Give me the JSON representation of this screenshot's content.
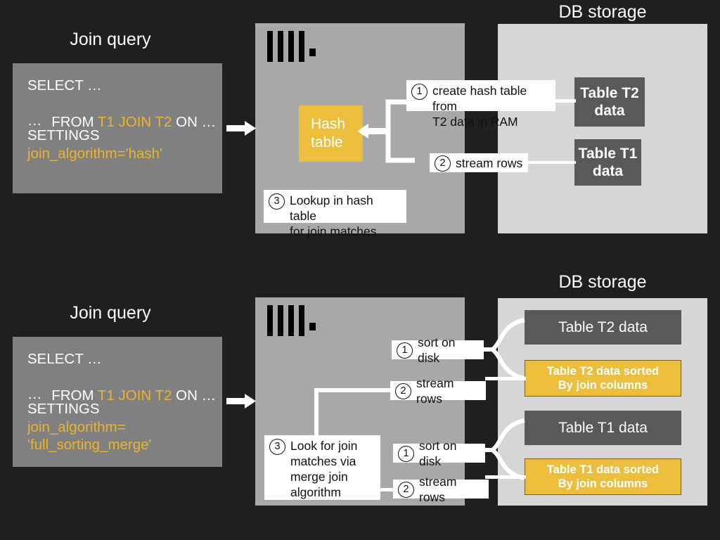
{
  "background_color": "#1f1f1d",
  "palette": {
    "server_panel": "#a8a8a8",
    "storage_panel": "#d6d6d6",
    "query_box": "#808080",
    "accent_yellow": "#edbe3c",
    "table_dark": "#595959",
    "callout_bg": "#ffffff",
    "text_white": "#ffffff"
  },
  "diagram": {
    "type": "flow-diagram",
    "sections": [
      {
        "id": "hash-join",
        "query_title": "Join query",
        "storage_title": "DB storage",
        "query": {
          "line1": "SELECT …",
          "line2_prefix": "FROM ",
          "line2_highlight": "T1 JOIN T2",
          "line2_suffix": " ON …",
          "line3": "…",
          "line4": "SETTINGS",
          "line5_highlight": "join_algorithm='hash'"
        },
        "logo": "clickhouse-logo",
        "hash_box_label": "Hash\ntable",
        "callouts": [
          {
            "num": "1",
            "text": "create hash table from\nT2 data in RAM"
          },
          {
            "num": "2",
            "text": "stream rows"
          },
          {
            "num": "3",
            "text": "Lookup in hash table\nfor join matches"
          }
        ],
        "tables": [
          {
            "label": "Table T2\ndata",
            "style": "dark"
          },
          {
            "label": "Table T1\ndata",
            "style": "dark"
          }
        ]
      },
      {
        "id": "full-sorting-merge-join",
        "query_title": "Join query",
        "storage_title": "DB storage",
        "query": {
          "line1": "SELECT …",
          "line2_prefix": "FROM ",
          "line2_highlight": "T1 JOIN T2",
          "line2_suffix": " ON …",
          "line3": "…",
          "line4": "SETTINGS",
          "line5_highlight": "join_algorithm=",
          "line6_highlight": "'full_sorting_merge'"
        },
        "logo": "clickhouse-logo",
        "callouts": [
          {
            "num": "1",
            "text": "sort on disk"
          },
          {
            "num": "2",
            "text": "stream rows"
          },
          {
            "num": "1",
            "text": "sort on disk"
          },
          {
            "num": "2",
            "text": "stream rows"
          },
          {
            "num": "3",
            "text": "Look for join\nmatches via\nmerge join\nalgorithm"
          }
        ],
        "tables": [
          {
            "label": "Table T2 data",
            "style": "dark"
          },
          {
            "label": "Table T2 data sorted\nBy join columns",
            "style": "yellow"
          },
          {
            "label": "Table T1 data",
            "style": "dark"
          },
          {
            "label": "Table T1 data sorted\nBy join columns",
            "style": "yellow"
          }
        ]
      }
    ]
  }
}
